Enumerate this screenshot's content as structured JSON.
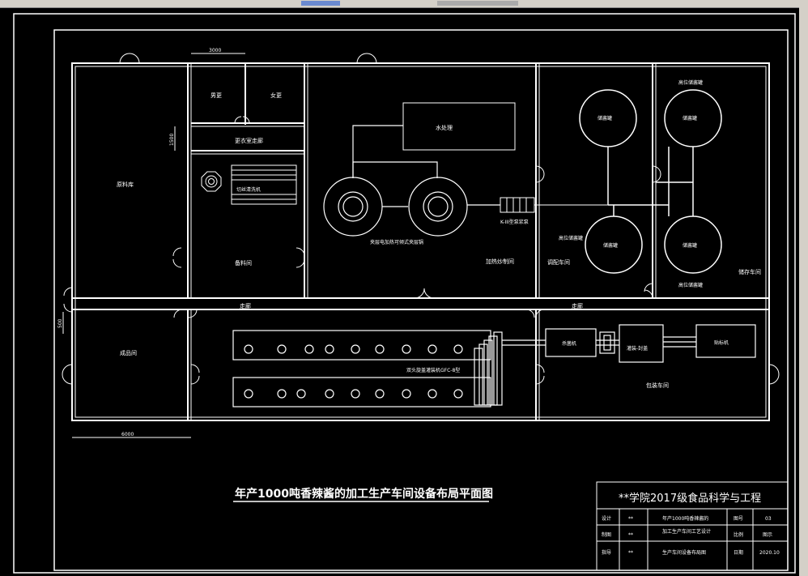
{
  "window": {
    "app": "CAD",
    "background": "#000000",
    "line_color": "#ffffff"
  },
  "drawing": {
    "title": "年产1000吨香辣酱的加工生产车间设备布局平面图",
    "dimensions": {
      "top_width": "3000",
      "lockers_height": "1500",
      "corridor_height": "500",
      "bottom_width": "6000"
    },
    "rooms": {
      "raw_material_storage": "原料库",
      "men_locker": "男更",
      "women_locker": "女更",
      "changing_corridor": "更衣室走廊",
      "ingredient_room": "备料间",
      "stir_fry_room": "加热炒制间",
      "blending_room": "调配车间",
      "packaging_room": "包装车间",
      "finished_goods": "成品间",
      "corridor_left": "走廊",
      "corridor_right": "走廊",
      "right_label": "储存车间"
    },
    "equipment": {
      "washer": "切丝清洗机",
      "water_tank": "水处理",
      "jacketed_kettle": "夹层电加热可倾式夹层锅",
      "pump": "K-III型泵浆泵",
      "tank_label": "储酱罐",
      "storage_tank_top": "高位储酱罐",
      "storage_tank_bottom": "高位储酱罐",
      "storage_tank_left": "高位储酱罐",
      "sterilizer": "杀菌机",
      "filler": "灌装-封盖",
      "labeler": "贴标机",
      "bottle_line": "双头旋盖灌装机GFC-8型"
    },
    "title_block": {
      "school": "**学院2017级食品科学与工程",
      "design_label": "设计",
      "design_value": "**",
      "draw_label": "制图",
      "draw_value": "**",
      "check_label": "指导",
      "check_value": "**",
      "project_line1": "年产1000吨香辣酱的",
      "project_line2": "加工生产车间工艺设计",
      "sheet_desc": "生产车间设备布局图",
      "drawing_no_label": "图号",
      "drawing_no_value": "03",
      "scale_label": "比例",
      "scale_value": "图示",
      "date_label": "日期",
      "date_value": "2020.10"
    }
  }
}
